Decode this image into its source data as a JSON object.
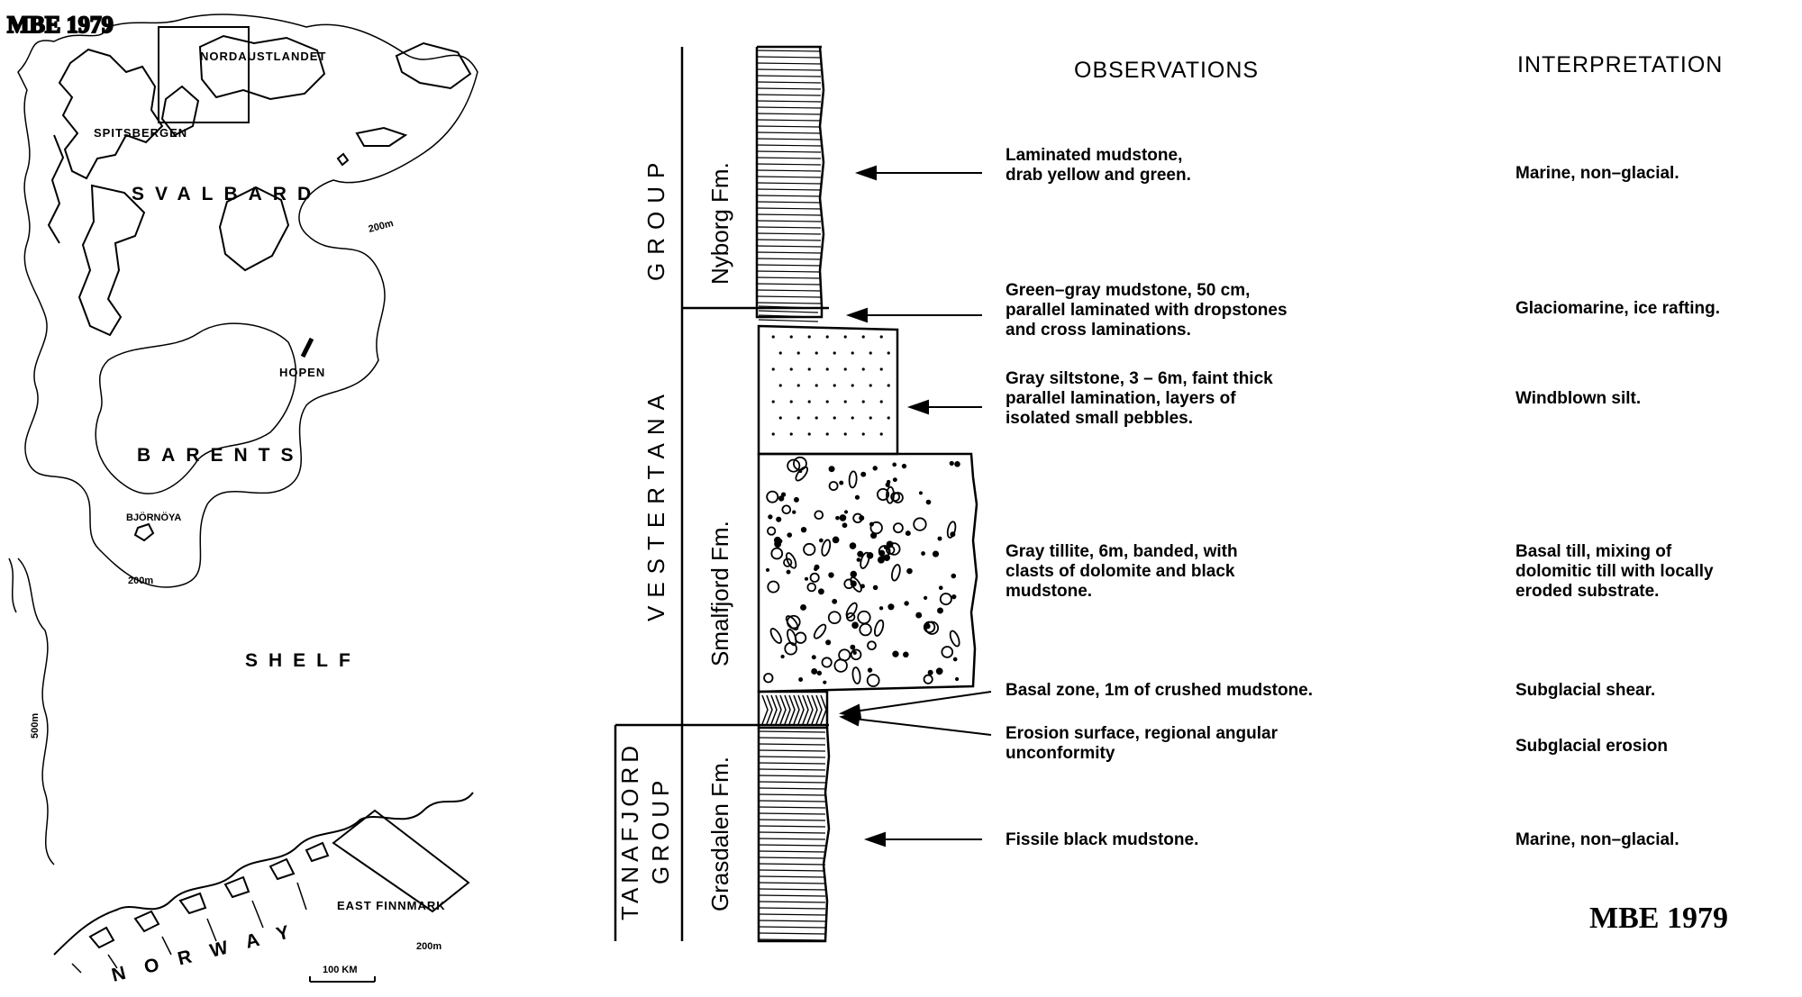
{
  "watermark": "MBE 1979",
  "map": {
    "labels": {
      "nordaustlandet": "NORDAUSTLANDET",
      "spitsbergen": "SPITSBERGEN",
      "svalbard": "SVALBARD",
      "hopen": "HOPEN",
      "barents": "BARENTS",
      "bjornoya": "BJÖRNÖYA",
      "shelf": "SHELF",
      "east_finnmark": "EAST FINNMARK",
      "norway": "NORWAY",
      "scale": "100 KM",
      "contour_200_a": "200m",
      "contour_200_b": "200m",
      "contour_200_c": "200m",
      "contour_500": "500m"
    }
  },
  "column": {
    "headers": {
      "observations": "OBSERVATIONS",
      "interpretation": "INTERPRETATION"
    },
    "groups": {
      "vestertana": "VESTERTANA",
      "group": "GROUP",
      "tanafjord": "TANAFJORD",
      "tanafjord_group": "GROUP"
    },
    "formations": {
      "nyborg": "Nyborg Fm.",
      "smalfjord": "Smalfjord Fm.",
      "grasdalen": "Grasdalen Fm."
    },
    "rows": [
      {
        "obs": [
          "Laminated mudstone,",
          "drab yellow and green."
        ],
        "interp": [
          "Marine, non–glacial."
        ]
      },
      {
        "obs": [
          "Green–gray mudstone, 50 cm,",
          "parallel laminated with dropstones",
          "and cross laminations."
        ],
        "interp": [
          "Glaciomarine, ice rafting."
        ]
      },
      {
        "obs": [
          "Gray siltstone, 3 – 6m, faint thick",
          "parallel lamination, layers of",
          "isolated small pebbles."
        ],
        "interp": [
          "Windblown silt."
        ]
      },
      {
        "obs": [
          "Gray tillite, 6m, banded, with",
          "clasts of dolomite and black",
          "mudstone."
        ],
        "interp": [
          "Basal till, mixing of",
          "dolomitic till with locally",
          "eroded substrate."
        ]
      },
      {
        "obs": [
          "Basal zone, 1m of crushed mudstone."
        ],
        "interp": [
          "Subglacial shear."
        ]
      },
      {
        "obs": [
          "Erosion surface, regional angular",
          "unconformity"
        ],
        "interp": [
          "Subglacial erosion"
        ]
      },
      {
        "obs": [
          "Fissile black mudstone."
        ],
        "interp": [
          "Marine, non–glacial."
        ]
      }
    ]
  }
}
